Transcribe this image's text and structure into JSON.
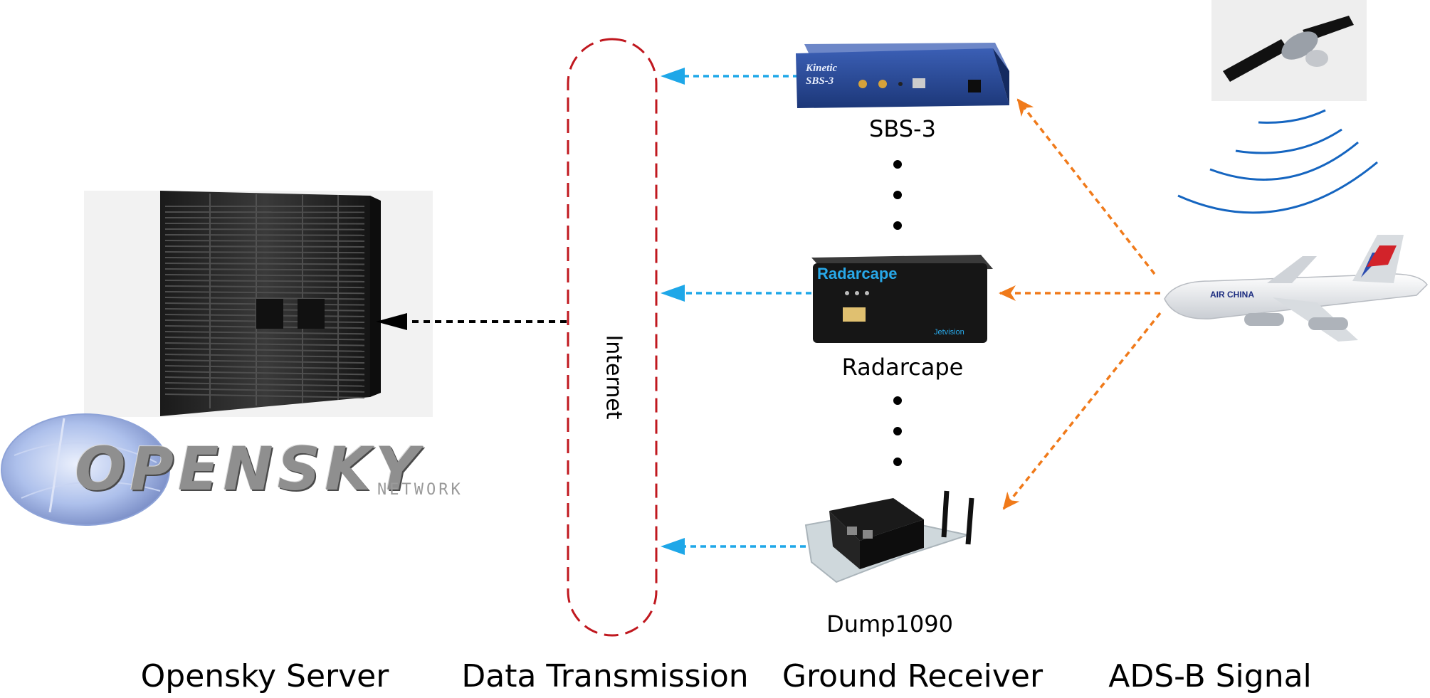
{
  "devices": {
    "sbs3": "SBS-3",
    "radarcape": "Radarcape",
    "dump1090": "Dump1090"
  },
  "internet_label": "Internet",
  "logo": {
    "main": "OPENSKY",
    "sub": "NETWORK"
  },
  "device_text": {
    "sbs3_brand": "Kinetic",
    "sbs3_model": "SBS-3",
    "radarcape_brand": "Radarcape",
    "radarcape_maker": "Jetvision",
    "plane_livery": "AIR CHINA"
  },
  "bottom_labels": {
    "server": "Opensky Server",
    "transmission": "Data Transmission",
    "receiver": "Ground Receiver",
    "signal": "ADS-B Signal"
  },
  "colors": {
    "blue_arrow": "#1ea7e8",
    "orange_arrow": "#f07a1a",
    "internet_outline": "#c0181f",
    "signal_waves": "#1565c0",
    "black_arrow": "#000000"
  }
}
